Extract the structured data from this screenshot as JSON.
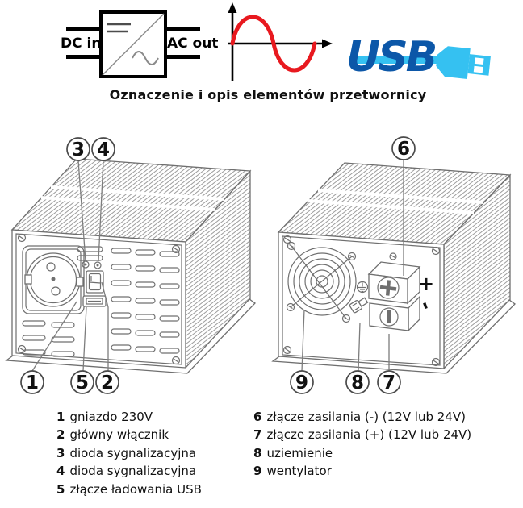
{
  "title": "Oznaczenie i opis elementów przetwornicy",
  "header": {
    "converter": {
      "dc_label": "DC in",
      "ac_label": "AC out"
    },
    "usb_logo": {
      "text": "USB"
    }
  },
  "terminals": {
    "plus": "+",
    "minus": "-"
  },
  "callouts": {
    "c1": "1",
    "c2": "2",
    "c3": "3",
    "c4": "4",
    "c5": "5",
    "c6": "6",
    "c7": "7",
    "c8": "8",
    "c9": "9"
  },
  "legend": {
    "left": [
      {
        "num": "1",
        "text": "gniazdo 230V"
      },
      {
        "num": "2",
        "text": "główny włącznik"
      },
      {
        "num": "3",
        "text": "dioda sygnalizacyjna"
      },
      {
        "num": "4",
        "text": "dioda sygnalizacyjna"
      },
      {
        "num": "5",
        "text": "złącze ładowania USB"
      }
    ],
    "right": [
      {
        "num": "6",
        "text": "złącze zasilania (-) (12V lub 24V)"
      },
      {
        "num": "7",
        "text": "złącze zasilania (+) (12V lub 24V)"
      },
      {
        "num": "8",
        "text": "uziemienie"
      },
      {
        "num": "9",
        "text": "wentylator"
      }
    ]
  },
  "colors": {
    "sine_red": "#e8191f",
    "usb_dark_blue": "#0c57a8",
    "usb_light_blue": "#35c1f1",
    "line_gray": "#6f6f6f",
    "hatch_gray": "#9c9c9c",
    "callout_gray": "#4a4a4a",
    "text_black": "#111111"
  }
}
